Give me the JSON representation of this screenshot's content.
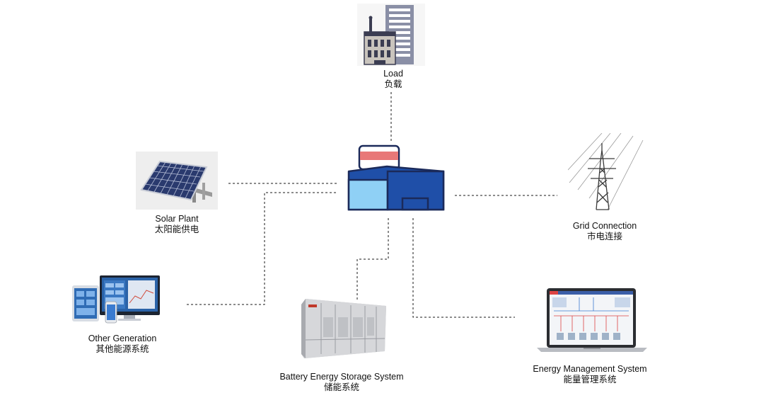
{
  "diagram": {
    "hub": {
      "icon": "energy-hub-building-icon"
    },
    "nodes": {
      "load": {
        "icon": "factory-building-icon",
        "label_en": "Load",
        "label_zh": "负载"
      },
      "solar": {
        "icon": "solar-panel-icon",
        "label_en": "Solar Plant",
        "label_zh": "太阳能供电"
      },
      "grid": {
        "icon": "transmission-tower-icon",
        "label_en": "Grid Connection",
        "label_zh": "市电连接"
      },
      "other": {
        "icon": "monitoring-devices-icon",
        "label_en": "Other Generation",
        "label_zh": "其他能源系统"
      },
      "bess": {
        "icon": "battery-container-icon",
        "label_en": "Battery Energy Storage System",
        "label_zh": "储能系统"
      },
      "ems": {
        "icon": "laptop-dashboard-icon",
        "label_en": "Energy Management System",
        "label_zh": "能量管理系统"
      }
    },
    "colors": {
      "hub_dark_blue": "#1f4fa8",
      "hub_light_blue": "#8fd0f5",
      "hub_outline": "#1b2a5a",
      "hub_red_band": "#e87878",
      "connector": "#1a1a1a"
    }
  }
}
